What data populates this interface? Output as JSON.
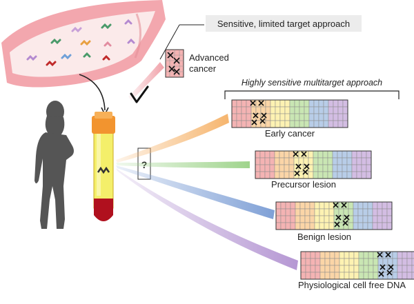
{
  "labels": {
    "sensitive_approach": "Sensitive, limited target approach",
    "advanced_cancer_line1": "Advanced",
    "advanced_cancer_line2": "cancer",
    "multitarget_approach": "Highly sensitive multitarget approach",
    "question_mark": "?",
    "early_cancer": "Early cancer",
    "precursor_lesion": "Precursor lesion",
    "benign_lesion": "Benign lesion",
    "physiological_dna": "Physiological cell free DNA"
  },
  "colors": {
    "vessel_outer": "#f3a7ae",
    "vessel_inner": "#fbeaea",
    "silhouette": "#555555",
    "tube_cap": "#f2942f",
    "tube_fluid": "#f4ef6a",
    "tube_blood": "#b0101e",
    "grid_red": "#f4b3b3",
    "grid_orange": "#fbd5a7",
    "grid_yellow": "#fdf2b2",
    "grid_green": "#c9e6b3",
    "grid_blue": "#b8cde8",
    "grid_purple": "#d3bde3",
    "ribbon_orange": "#f6b56e",
    "ribbon_green": "#9fd48c",
    "ribbon_blue": "#7fa0d6",
    "ribbon_purple": "#b597d3"
  }
}
